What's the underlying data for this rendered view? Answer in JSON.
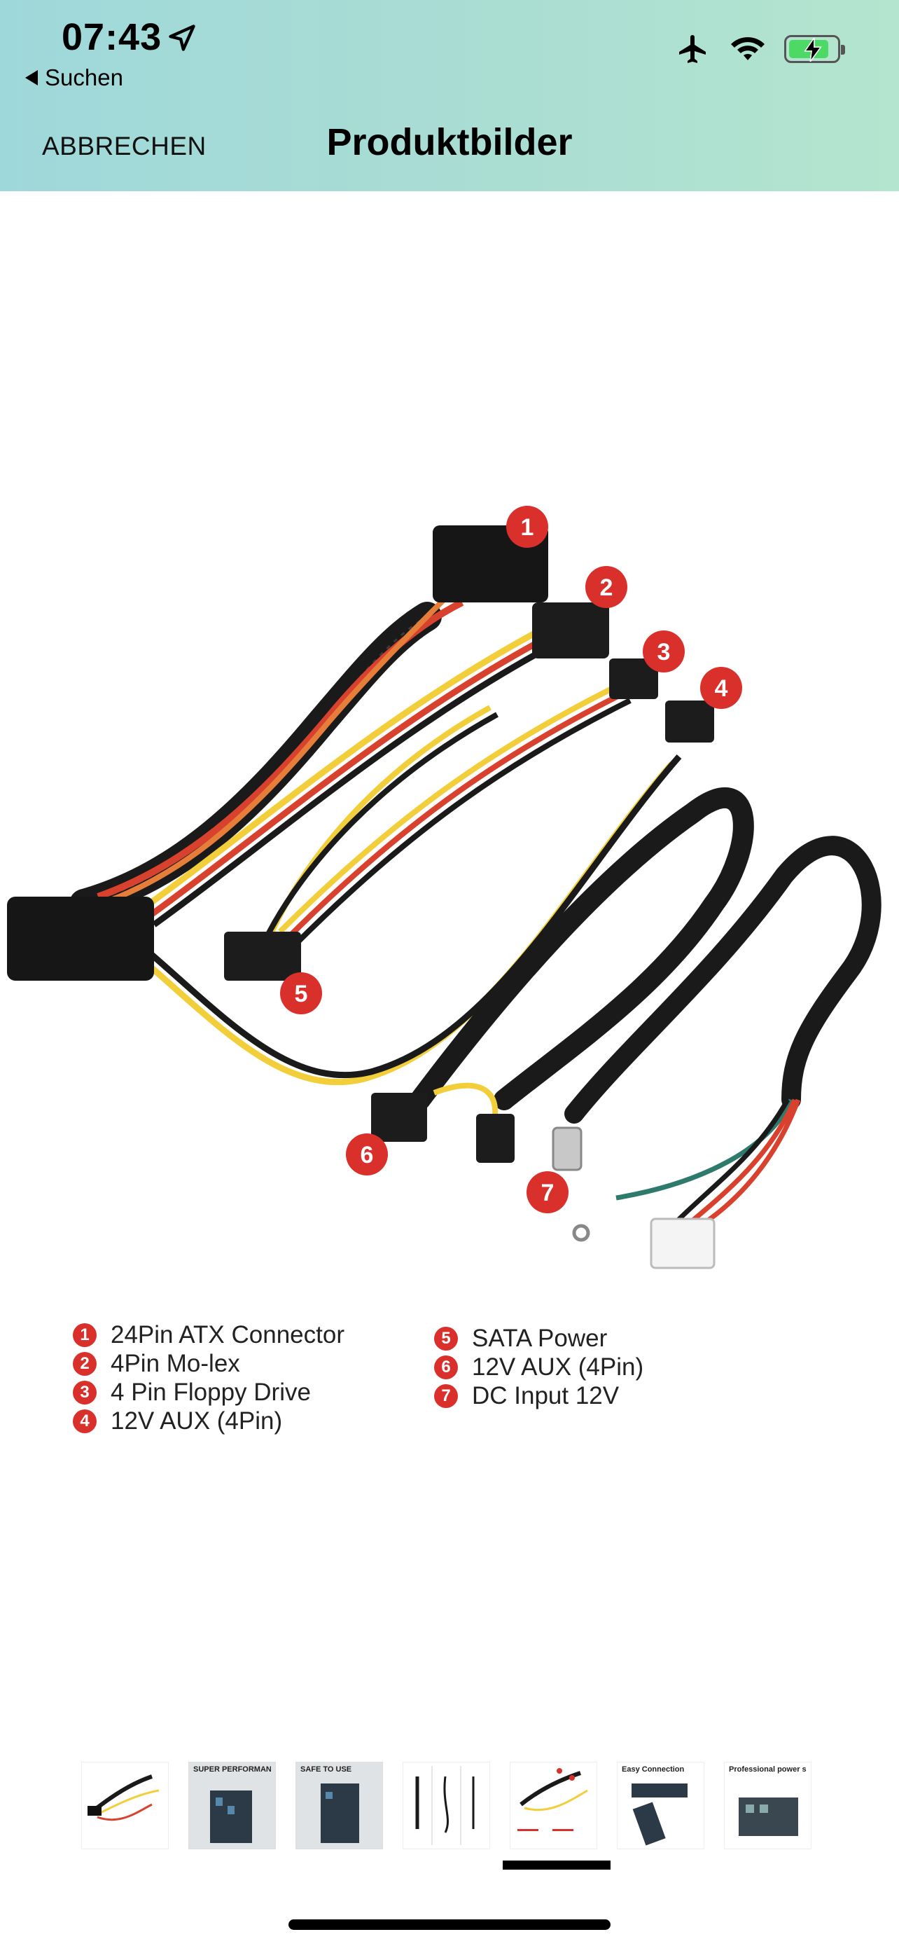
{
  "status_bar": {
    "time": "07:43",
    "back_label": "Suchen",
    "icons": [
      "location-arrow-icon",
      "airplane-icon",
      "wifi-icon",
      "battery-charging-icon"
    ],
    "battery_level": 0.85
  },
  "nav": {
    "cancel_label": "ABBRECHEN",
    "title": "Produktbilder"
  },
  "legend": {
    "left": [
      {
        "num": "1",
        "label": "24Pin ATX Connector"
      },
      {
        "num": "2",
        "label": "4Pin Mo-lex"
      },
      {
        "num": "3",
        "label": "4 Pin Floppy Drive"
      },
      {
        "num": "4",
        "label": "12V AUX (4Pin)"
      }
    ],
    "right": [
      {
        "num": "5",
        "label": "SATA Power"
      },
      {
        "num": "6",
        "label": "12V AUX (4Pin)"
      },
      {
        "num": "7",
        "label": "DC Input 12V"
      }
    ]
  },
  "thumbnails": [
    {
      "label": ""
    },
    {
      "label": "SUPER PERFORMANCE"
    },
    {
      "label": "SAFE TO USE"
    },
    {
      "label": ""
    },
    {
      "label": ""
    },
    {
      "label": "Easy Connection"
    },
    {
      "label": "Professional power supply module"
    }
  ],
  "active_thumbnail": 5,
  "colors": {
    "badge_red": "#d9302c",
    "wire_black": "#1a1a1a",
    "wire_yellow": "#f2cf3a",
    "wire_red": "#d9412f",
    "wire_orange": "#e67e3a"
  }
}
